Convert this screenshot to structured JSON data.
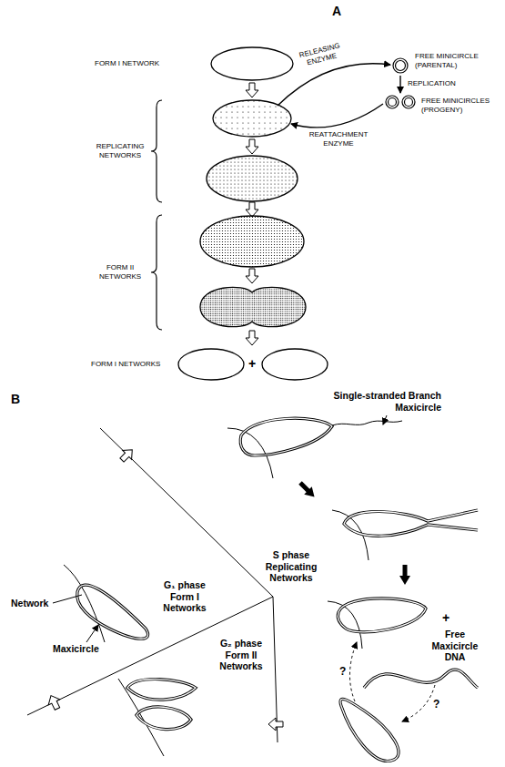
{
  "diagram": {
    "nodes": [
      {
        "text": [
          "FREE MINICIRCLE (PARENTAL)"
        ]
      },
      {
        "text": [
          "FREE MINICIRCLES (PROGENY)"
        ]
      }
    ],
    "edges": [
      {
        "from": 0,
        "to": 1,
        "arrow": "to",
        "label": "REPLICATION"
      }
    ],
    "labels": [
      "A",
      "FORM I NETWORK",
      "RELEASING ENZYME",
      "REATTACHMENT ENZYME",
      "REPLICATING NETWORKS",
      "FORM II NETWORKS",
      "FORM I NETWORKS",
      "+",
      "B",
      "Single-stranded Branch Maxicircle",
      "S phase Replicating Networks",
      "G₁ phase Form I Networks",
      "G₂ phase Form II Networks",
      "Network",
      "Maxicircle",
      "+",
      "Free Maxicircle DNA",
      "?",
      "?"
    ]
  }
}
